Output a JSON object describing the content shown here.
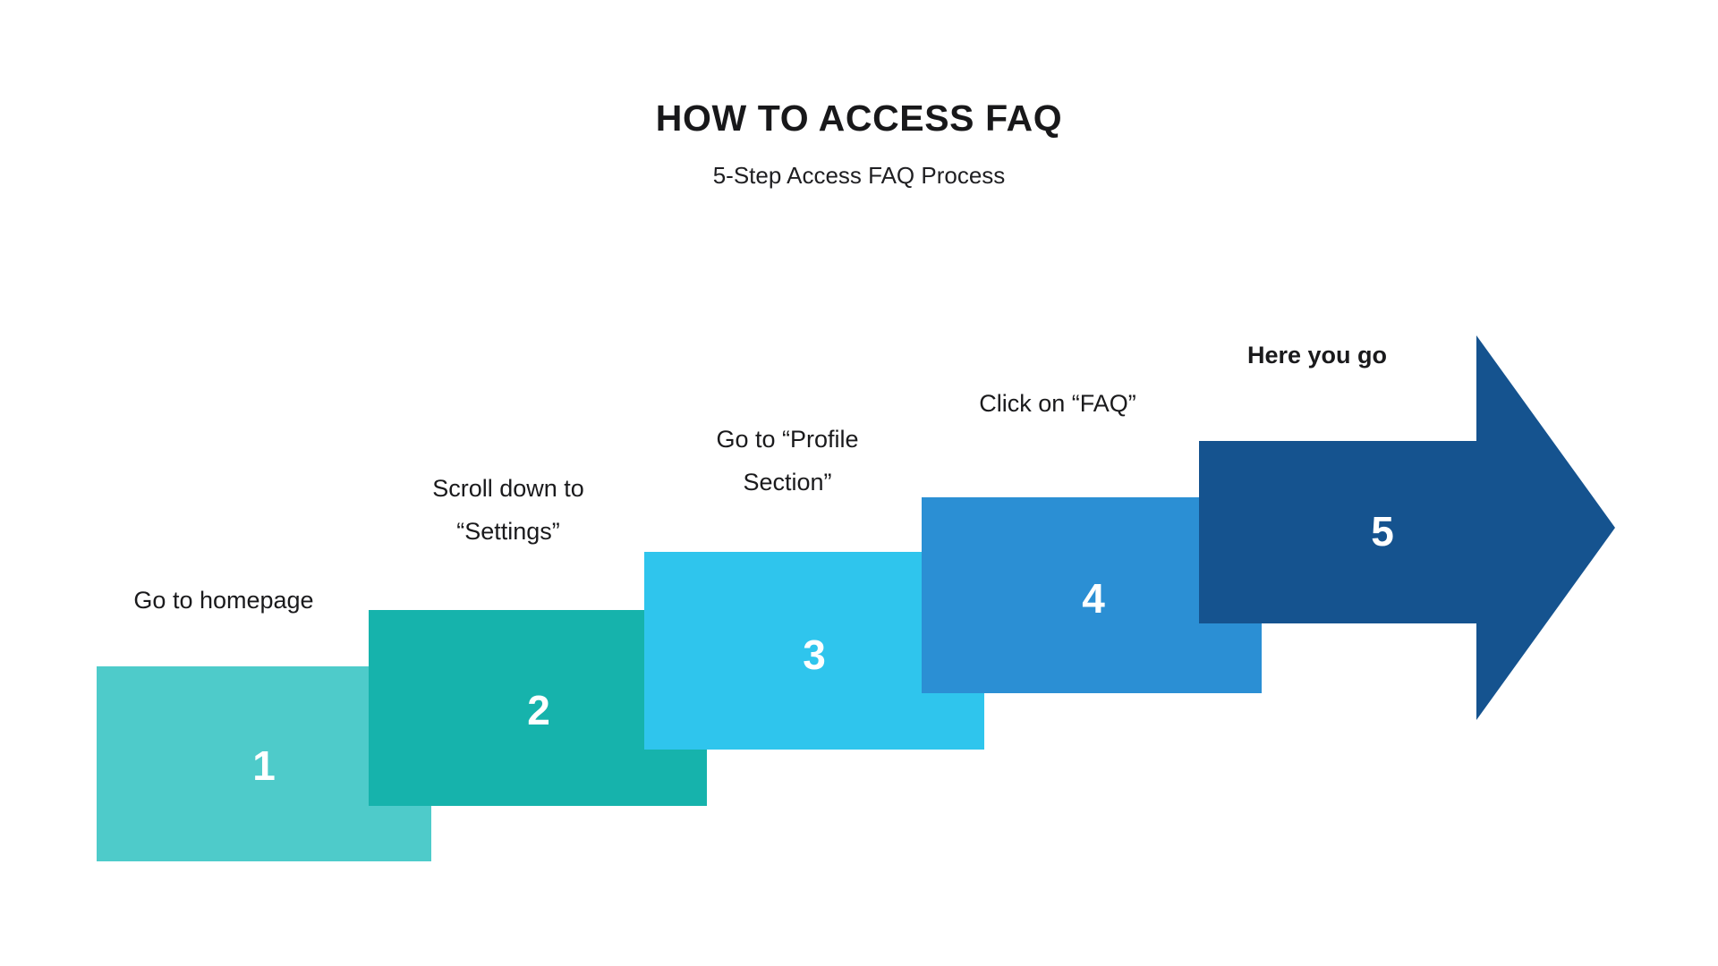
{
  "header": {
    "title": "HOW TO ACCESS FAQ",
    "subtitle": "5-Step Access FAQ Process"
  },
  "colors": {
    "background": "#ffffff",
    "title_color": "#18181a",
    "caption_color": "#1a1a1c",
    "number_color": "#ffffff",
    "step1_fill": "#4ECBCA",
    "step1_fold": "#19AFAE",
    "step2_fill": "#16B3AC",
    "step2_fold": "#12A39B",
    "step3_fill": "#2FC5ED",
    "step3_fold": "#24B2D8",
    "step4_fill": "#2B8FD4",
    "step4_fold": "#2580BE",
    "step5_fill": "#15538F",
    "step5_fold": "#11497E"
  },
  "chart_data": {
    "type": "diagram",
    "subtype": "ascending-step-arrow-process",
    "title": "HOW TO ACCESS FAQ",
    "subtitle": "5-Step Access FAQ Process",
    "direction": "left-to-right ascending",
    "step_count": 5,
    "steps": [
      {
        "number": "1",
        "caption_lines": [
          "Go to homepage"
        ],
        "color": "#4ECBCA",
        "shape": "rectangle"
      },
      {
        "number": "2",
        "caption_lines": [
          "Scroll down to",
          "“Settings”"
        ],
        "color": "#16B3AC",
        "shape": "rectangle"
      },
      {
        "number": "3",
        "caption_lines": [
          "Go to “Profile",
          "Section”"
        ],
        "color": "#2FC5ED",
        "shape": "rectangle"
      },
      {
        "number": "4",
        "caption_lines": [
          "Click on “FAQ”"
        ],
        "color": "#2B8FD4",
        "shape": "rectangle"
      },
      {
        "number": "5",
        "caption_lines": [
          "Here you go"
        ],
        "color": "#15538F",
        "shape": "arrow-right",
        "emphasis": "bold"
      }
    ]
  },
  "steps": [
    {
      "number": "1",
      "caption_line1": "Go to homepage",
      "caption_line2": ""
    },
    {
      "number": "2",
      "caption_line1": "Scroll down to",
      "caption_line2": "“Settings”"
    },
    {
      "number": "3",
      "caption_line1": "Go to “Profile",
      "caption_line2": "Section”"
    },
    {
      "number": "4",
      "caption_line1": "Click on “FAQ”",
      "caption_line2": ""
    },
    {
      "number": "5",
      "caption_line1": "Here you go",
      "caption_line2": ""
    }
  ]
}
